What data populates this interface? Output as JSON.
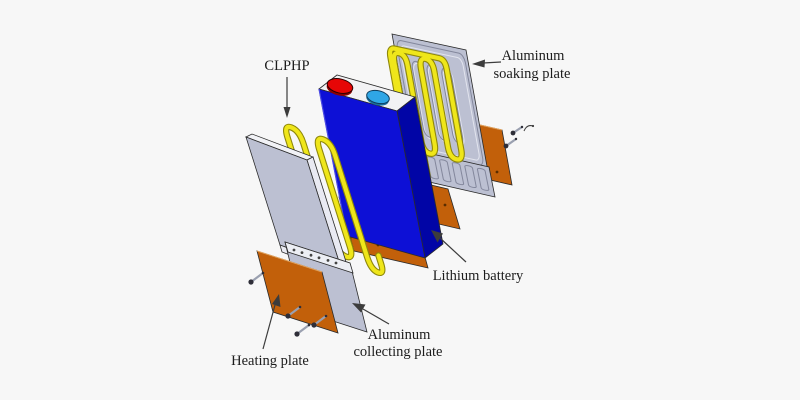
{
  "figure": {
    "type": "exploded-assembly-diagram",
    "background": "#f7f7f7",
    "labels": {
      "clphp": "CLPHP",
      "soaking_line1": "Aluminum",
      "soaking_line2": "soaking plate",
      "battery": "Lithium battery",
      "collecting_line1": "Aluminum",
      "collecting_line2": "collecting plate",
      "heating": "Heating plate"
    },
    "colors": {
      "battery_front": "#0d10d6",
      "battery_side": "#0105a6",
      "battery_top": "#f2f2f4",
      "terminal_positive_red": "#e60606",
      "terminal_negative_blue": "#2fa6e6",
      "clphp_tube_yellow": "#efe61a",
      "aluminum_plate_gray": "#bcc0d2",
      "aluminum_plate_light": "#e9eaf2",
      "heating_plate_orange": "#c2600a"
    },
    "components": [
      "CLPHP",
      "Aluminum soaking plate",
      "Lithium battery",
      "Aluminum collecting plate",
      "Heating plate"
    ]
  }
}
